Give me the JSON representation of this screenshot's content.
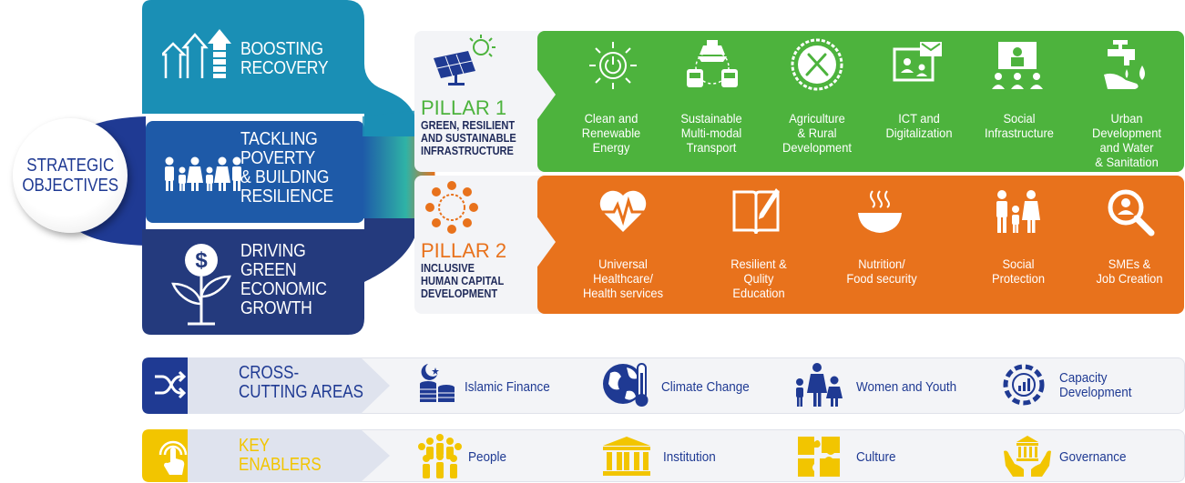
{
  "strategic": {
    "label_line1": "STRATEGIC",
    "label_line2": "OBJECTIVES",
    "objectives": [
      {
        "lines": [
          "BOOSTING",
          "RECOVERY"
        ],
        "icon": "growth-arrows-icon"
      },
      {
        "lines": [
          "TACKLING",
          "POVERTY",
          "& BUILDING",
          "RESILIENCE"
        ],
        "icon": "family-icon"
      },
      {
        "lines": [
          "DRIVING",
          "GREEN",
          "ECONOMIC",
          "GROWTH"
        ],
        "icon": "money-plant-icon"
      }
    ]
  },
  "pillars": [
    {
      "title": "PILLAR 1",
      "subtitle": [
        "GREEN, RESILIENT",
        "AND SUSTAINABLE",
        "INFRASTRUCTURE"
      ],
      "icon": "solar-panel-icon",
      "color": "#4db33d",
      "items": [
        {
          "lines": [
            "Clean and",
            "Renewable",
            "Energy"
          ],
          "icon": "power-sun-icon"
        },
        {
          "lines": [
            "Sustainable",
            "Multi-modal",
            "Transport"
          ],
          "icon": "transport-icon"
        },
        {
          "lines": [
            "Agriculture",
            "& Rural",
            "Development"
          ],
          "icon": "fork-knife-gear-icon"
        },
        {
          "lines": [
            "ICT and",
            "Digitalization"
          ],
          "icon": "video-call-icon"
        },
        {
          "lines": [
            "Social",
            "Infrastructure"
          ],
          "icon": "classroom-icon"
        },
        {
          "lines": [
            "Urban Development",
            "and Water",
            "& Sanitation"
          ],
          "icon": "water-tap-icon"
        }
      ]
    },
    {
      "title": "PILLAR 2",
      "subtitle": [
        "INCLUSIVE",
        "HUMAN CAPITAL",
        "DEVELOPMENT"
      ],
      "icon": "people-circle-icon",
      "color": "#e8721c",
      "items": [
        {
          "lines": [
            "Universal",
            "Healthcare/",
            "Health services"
          ],
          "icon": "heart-pulse-icon"
        },
        {
          "lines": [
            "Resilient &",
            "Qulity",
            "Education"
          ],
          "icon": "book-pen-icon"
        },
        {
          "lines": [
            "Nutrition/",
            "Food security"
          ],
          "icon": "food-bowl-icon"
        },
        {
          "lines": [
            "Social",
            "Protection"
          ],
          "icon": "family-icon"
        },
        {
          "lines": [
            "SMEs &",
            "Job Creation"
          ],
          "icon": "search-person-icon"
        }
      ]
    }
  ],
  "cross_cutting": {
    "title_line1": "CROSS-",
    "title_line2": "CUTTING AREAS",
    "icon": "shuffle-icon",
    "items": [
      {
        "label": "Islamic Finance",
        "icon": "crescent-coins-icon"
      },
      {
        "label": "Climate Change",
        "icon": "globe-thermometer-icon"
      },
      {
        "label": "Women and Youth",
        "icon": "women-youth-icon"
      },
      {
        "label_lines": [
          "Capacity",
          "Development"
        ],
        "icon": "capacity-chart-icon"
      }
    ]
  },
  "key_enablers": {
    "title_line1": "KEY",
    "title_line2": "ENABLERS",
    "icon": "touch-signal-icon",
    "items": [
      {
        "label": "People",
        "icon": "people-group-icon"
      },
      {
        "label": "Institution",
        "icon": "institution-icon"
      },
      {
        "label": "Culture",
        "icon": "puzzle-hands-icon"
      },
      {
        "label": "Governance",
        "icon": "governance-hands-icon"
      }
    ]
  },
  "colors": {
    "navy": "#1f3a93",
    "teal": "#1a8fb5",
    "blue": "#1e5aa8",
    "dark_navy": "#243a7d",
    "green": "#4db33d",
    "orange": "#e8721c",
    "yellow": "#f2c500",
    "row_bg": "#f3f4f7"
  }
}
